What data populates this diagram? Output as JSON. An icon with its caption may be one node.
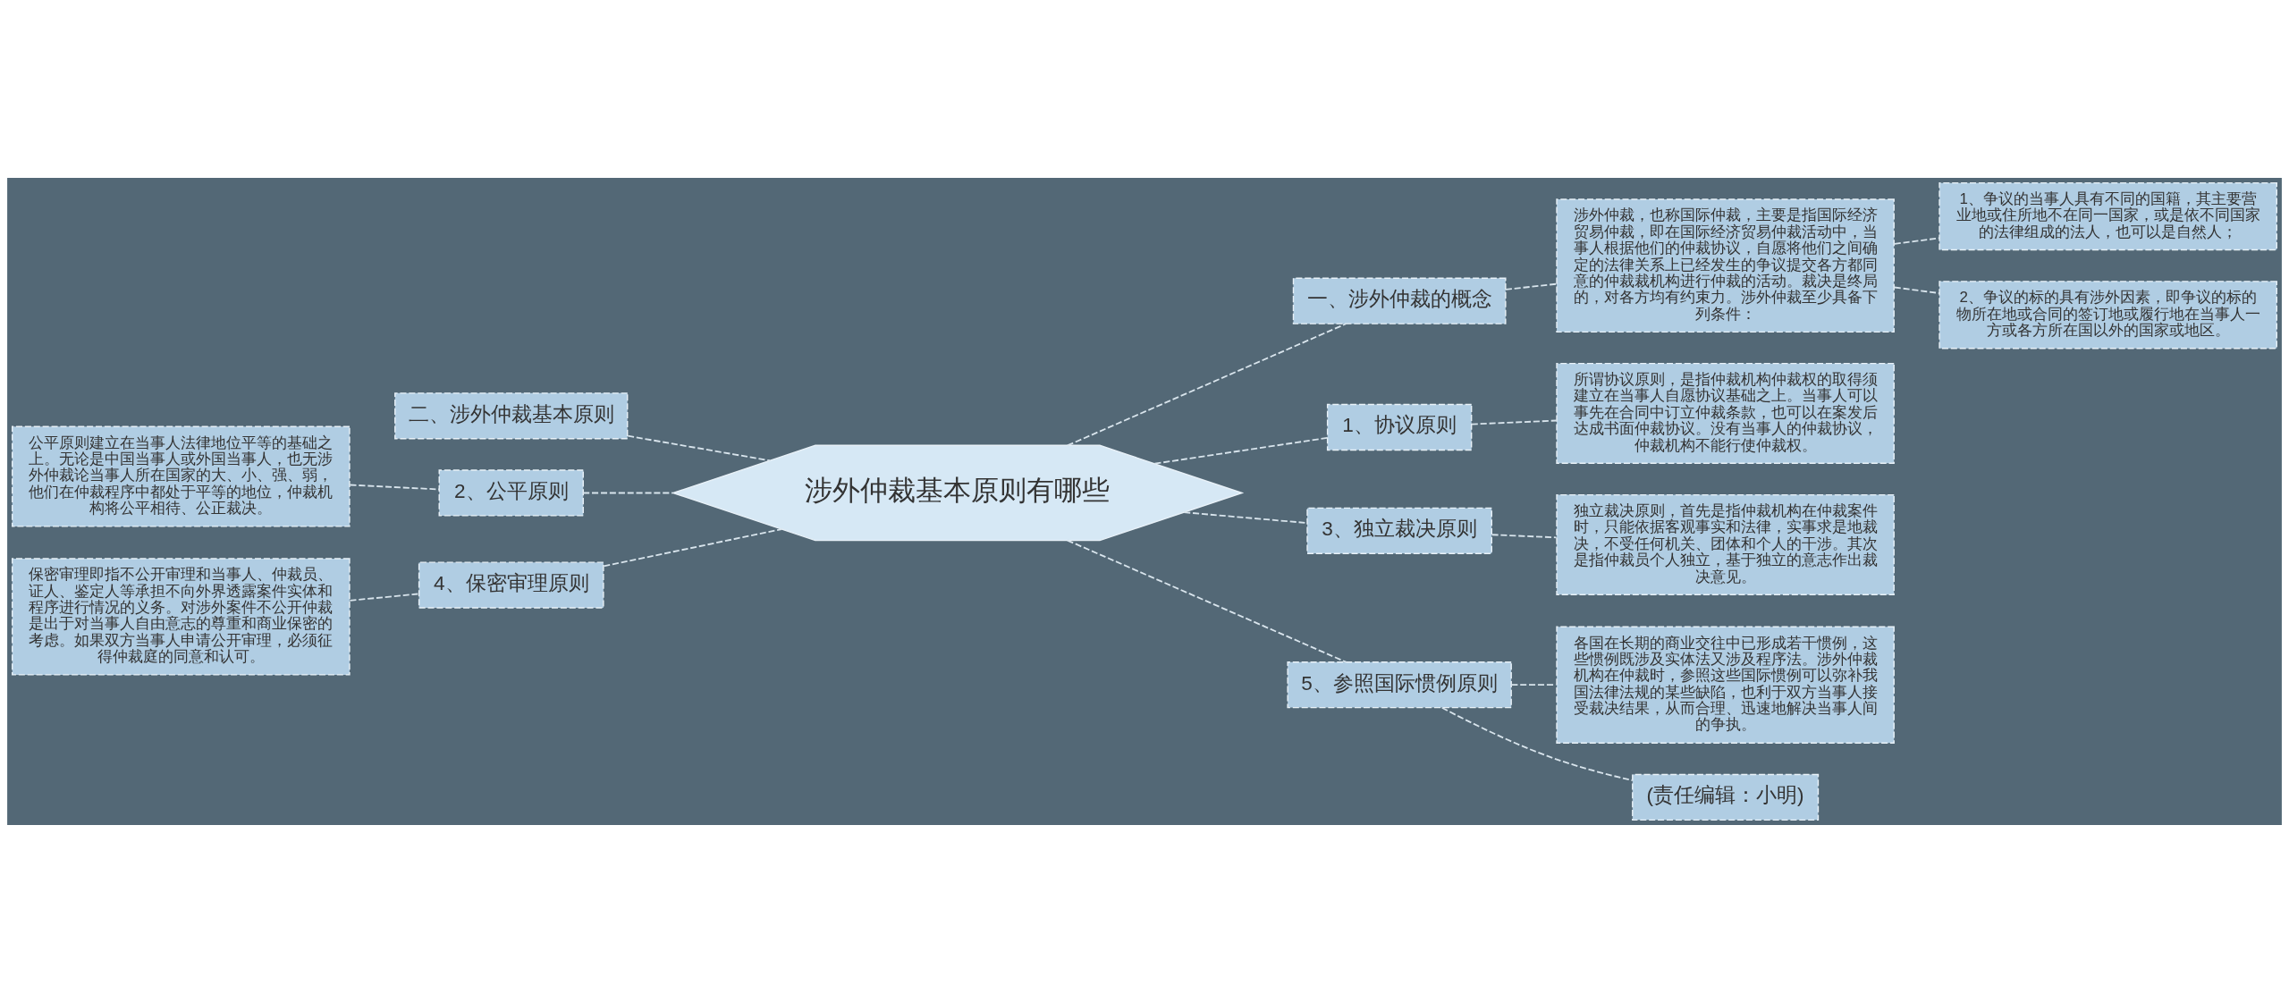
{
  "diagram": {
    "nodes": [
      {
        "text": [
          "涉外仲裁基本原则有哪些"
        ]
      },
      {
        "text": [
          "一、涉外仲裁的概念"
        ]
      },
      {
        "text": [
          "涉外仲裁，也称国际仲裁，主要是指国际经济贸易仲裁，即在国际经济贸易仲裁活动中，当事人根据他们的仲裁协议，自愿将他们之间确定的法律关系上已经发生的争议提交各方都同意的仲裁裁机构进行仲裁的活动。裁决是终局的，对各方均有约束力。涉外仲裁至少具备下列条件："
        ]
      },
      {
        "text": [
          "1、争议的当事人具有不同的国籍，其主要营业地或住所地不在同一国家，或是依不同国家的法律组成的法人，也可以是自然人；"
        ]
      },
      {
        "text": [
          "2、争议的标的具有涉外因素，即争议的标的物所在地或合同的签订地或履行地在当事人一方或各方所在国以外的国家或地区。"
        ]
      },
      {
        "text": [
          "1、协议原则"
        ]
      },
      {
        "text": [
          "所谓协议原则，是指仲裁机构仲裁权的取得须建立在当事人自愿协议基础之上。当事人可以事先在合同中订立仲裁条款，也可以在案发后达成书面仲裁协议。没有当事人的仲裁协议，仲裁机构不能行使仲裁权。"
        ]
      },
      {
        "text": [
          "3、独立裁决原则"
        ]
      },
      {
        "text": [
          "独立裁决原则，首先是指仲裁机构在仲裁案件时，只能依据客观事实和法律，实事求是地裁决，不受任何机关、团体和个人的干涉。其次是指仲裁员个人独立，基于独立的意志作出裁决意见。"
        ]
      },
      {
        "text": [
          "5、参照国际惯例原则"
        ]
      },
      {
        "text": [
          "各国在长期的商业交往中已形成若干惯例，这些惯例既涉及实体法又涉及程序法。涉外仲裁机构在仲裁时，参照这些国际惯例可以弥补我国法律法规的某些缺陷，也利于双方当事人接受裁决结果，从而合理、迅速地解决当事人间的争执。"
        ]
      },
      {
        "text": [
          "(责任编辑：小明)"
        ]
      },
      {
        "text": [
          "二、涉外仲裁基本原则"
        ]
      },
      {
        "text": [
          "2、公平原则"
        ]
      },
      {
        "text": [
          "公平原则建立在当事人法律地位平等的基础之上。无论是中国当事人或外国当事人，也无涉外仲裁论当事人所在国家的大、小、强、弱，他们在仲裁程序中都处于平等的地位，仲裁机构将公平相待、公正裁决。"
        ]
      },
      {
        "text": [
          "4、保密审理原则"
        ]
      },
      {
        "text": [
          "保密审理即指不公开审理和当事人、仲裁员、证人、鉴定人等承担不向外界透露案件实体和程序进行情况的义务。对涉外案件不公开仲裁是出于对当事人自由意志的尊重和商业保密的考虑。如果双方当事人申请公开审理，必须征得仲裁庭的同意和认可。"
        ]
      }
    ],
    "edges": [
      {
        "from": 0,
        "to": 1,
        "arrow": "none"
      },
      {
        "from": 1,
        "to": 2,
        "arrow": "none"
      },
      {
        "from": 2,
        "to": 3,
        "arrow": "none"
      },
      {
        "from": 2,
        "to": 4,
        "arrow": "none"
      },
      {
        "from": 0,
        "to": 5,
        "arrow": "none"
      },
      {
        "from": 5,
        "to": 6,
        "arrow": "none"
      },
      {
        "from": 0,
        "to": 7,
        "arrow": "none"
      },
      {
        "from": 7,
        "to": 8,
        "arrow": "none"
      },
      {
        "from": 0,
        "to": 9,
        "arrow": "none"
      },
      {
        "from": 9,
        "to": 10,
        "arrow": "none"
      },
      {
        "from": 9,
        "to": 11,
        "arrow": "none"
      },
      {
        "from": 0,
        "to": 12,
        "arrow": "none"
      },
      {
        "from": 0,
        "to": 13,
        "arrow": "none"
      },
      {
        "from": 13,
        "to": 14,
        "arrow": "none"
      },
      {
        "from": 0,
        "to": 15,
        "arrow": "none"
      },
      {
        "from": 15,
        "to": 16,
        "arrow": "none"
      }
    ]
  }
}
